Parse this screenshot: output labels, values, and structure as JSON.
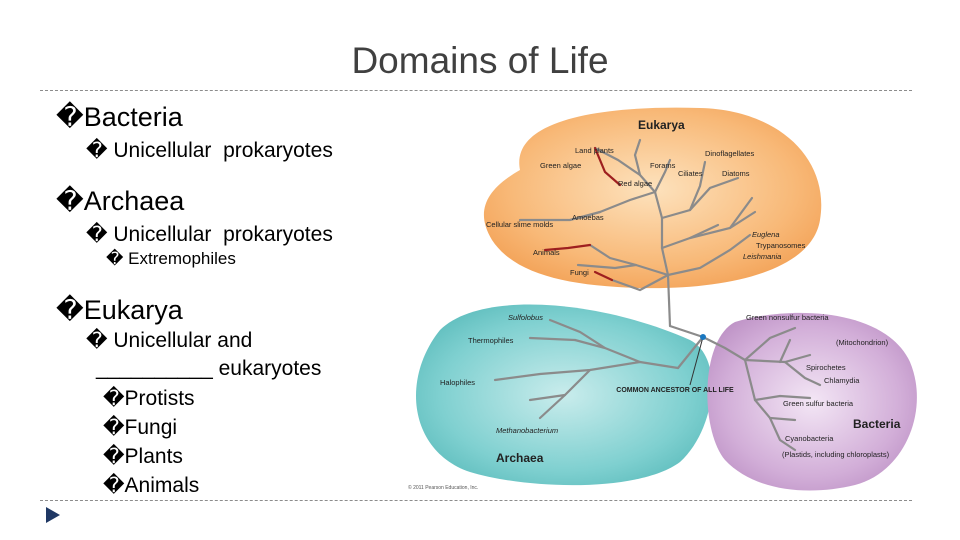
{
  "slide": {
    "title": "Domains of Life",
    "bullet_symbol": "�",
    "items": [
      {
        "label": "Bacteria",
        "sub": [
          {
            "label": "Unicellular  prokaryotes"
          }
        ]
      },
      {
        "label": "Archaea",
        "sub": [
          {
            "label": "Unicellular  prokaryotes",
            "sub": [
              "Extremophiles"
            ]
          }
        ]
      },
      {
        "label": "Eukarya",
        "sub": [
          {
            "label": "Unicellular and",
            "line2": "__________ eukaryotes",
            "sub": [
              "Protists",
              "Fungi",
              "Plants",
              "Animals"
            ]
          }
        ]
      }
    ]
  },
  "figure": {
    "eukarya": {
      "title": "Eukarya",
      "labels": [
        "Land plants",
        "Green algae",
        "Forams",
        "Dinoflagellates",
        "Ciliates",
        "Diatoms",
        "Red algae",
        "Amoebas",
        "Cellular slime molds",
        "Euglena",
        "Trypanosomes",
        "Leishmania",
        "Animals",
        "Fungi"
      ],
      "color": "#f6b26b"
    },
    "archaea": {
      "title": "Archaea",
      "labels": [
        "Sulfolobus",
        "Thermophiles",
        "Halophiles",
        "Methanobacterium"
      ],
      "color": "#6cc8c8"
    },
    "bacteria": {
      "title": "Bacteria",
      "labels": [
        "Green nonsulfur bacteria",
        "(Mitochondrion)",
        "Spirochetes",
        "Chlamydia",
        "Green sulfur bacteria",
        "Cyanobacteria",
        "(Plastids, including chloroplasts)"
      ],
      "color": "#c89fd0"
    },
    "ancestor": "COMMON ANCESTOR OF ALL LIFE",
    "copyright": "© 2011 Pearson Education, Inc."
  }
}
